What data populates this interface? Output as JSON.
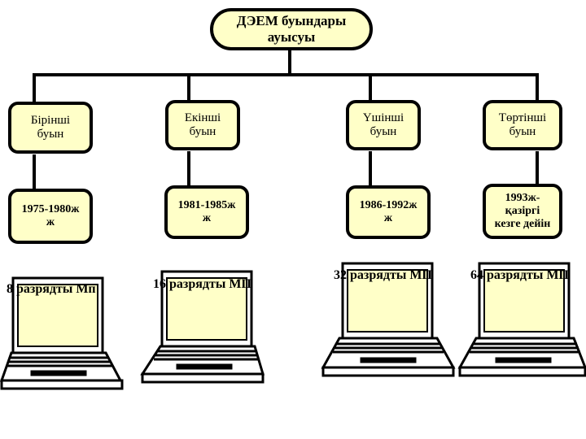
{
  "root": {
    "label": "ДЭЕМ буындары\nауысуы"
  },
  "generations": [
    {
      "label": "Бірінші\nбуын",
      "years": "1975-1980ж\nж",
      "mp": "8 разрядты  Мп"
    },
    {
      "label": "Екінші\nбуын",
      "years": "1981-1985ж\nж",
      "mp": "16 разрядты МП"
    },
    {
      "label": "Үшінші\nбуын",
      "years": "1986-1992ж\nж",
      "mp": "32 разрядты МП"
    },
    {
      "label": "Төртінші\nбуын",
      "years": "1993ж-\nқазіргі\nкезге дейін",
      "mp": "64 разрядты МП"
    }
  ],
  "colors": {
    "box_fill": "#ffffc8",
    "box_border": "#000000",
    "line": "#000000"
  }
}
